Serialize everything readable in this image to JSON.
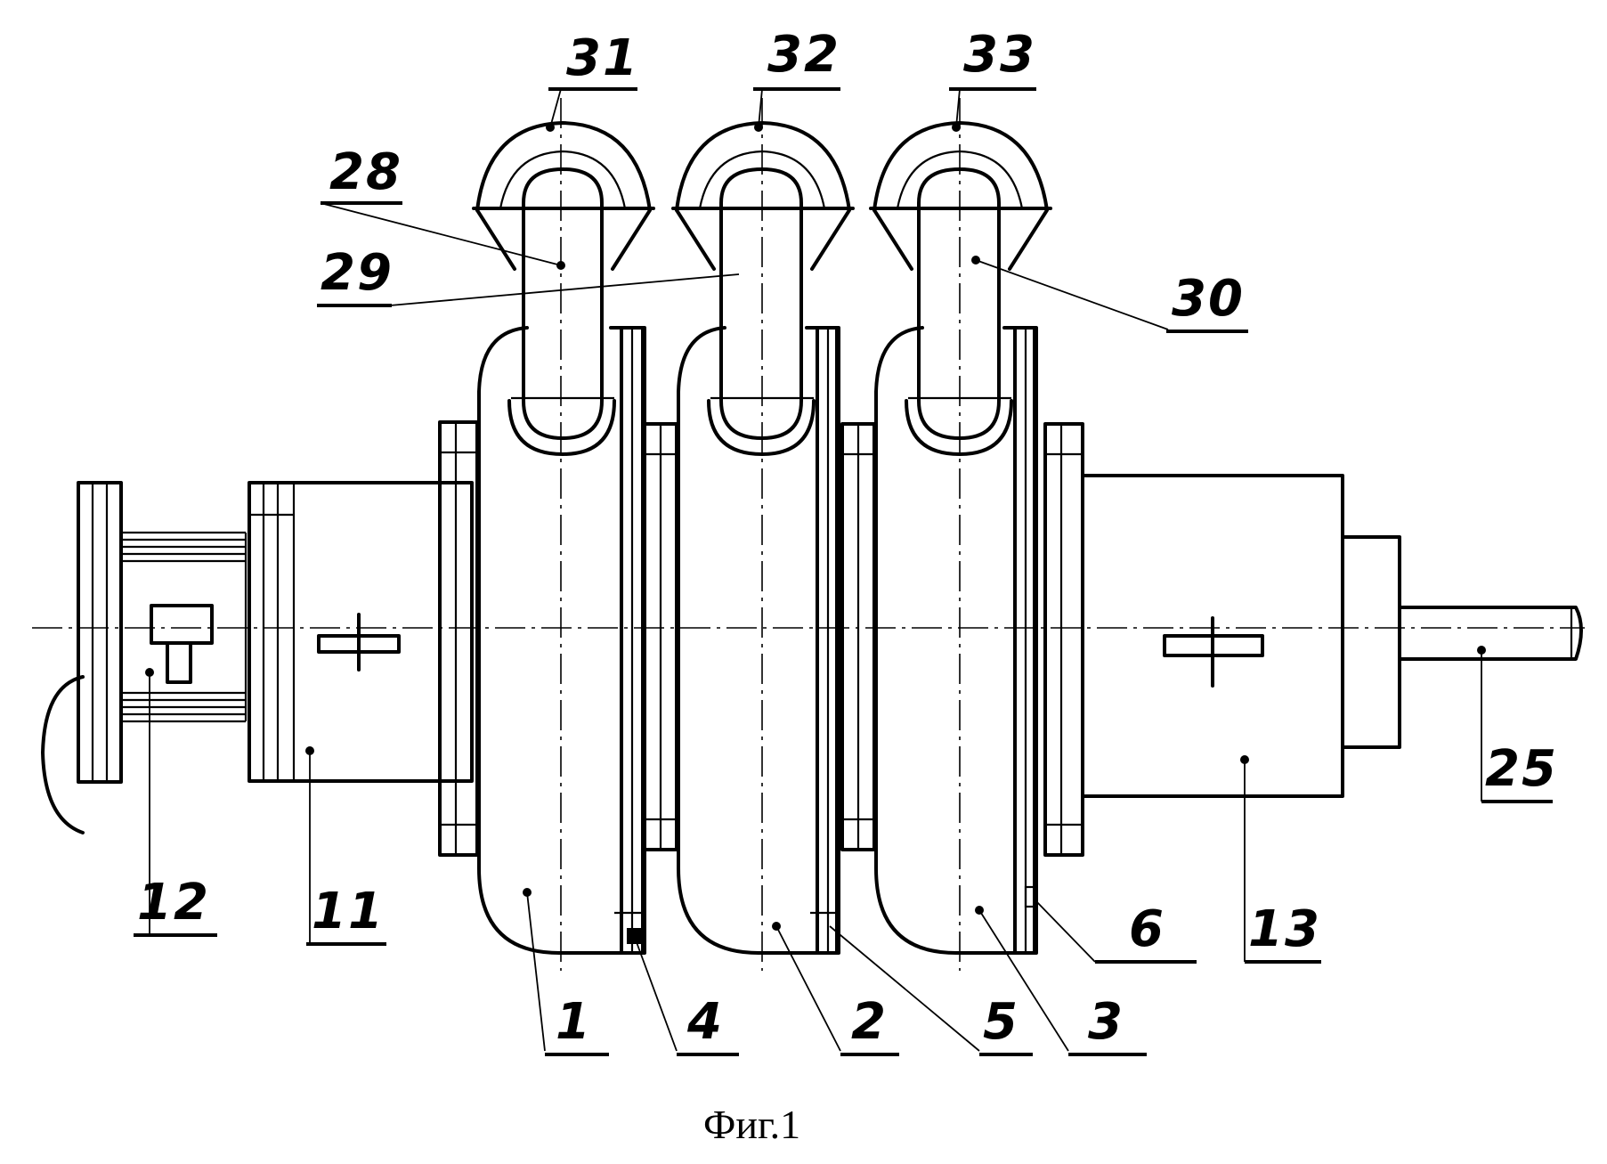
{
  "figure": {
    "caption": "Фиг.1",
    "labels": {
      "l1": "1",
      "l2": "2",
      "l3": "3",
      "l4": "4",
      "l5": "5",
      "l6": "6",
      "l11": "11",
      "l12": "12",
      "l13": "13",
      "l25": "25",
      "l28": "28",
      "l29": "29",
      "l30": "30",
      "l31": "31",
      "l32": "32",
      "l33": "33"
    }
  }
}
